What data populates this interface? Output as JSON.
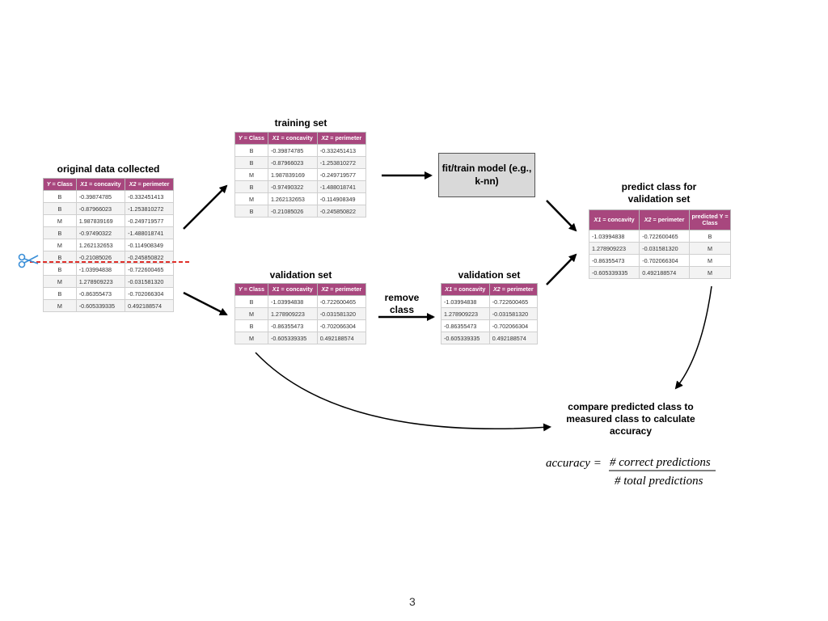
{
  "titles": {
    "original": "original data collected",
    "training": "training set",
    "validation": "validation set",
    "validation2": "validation set",
    "predict": "predict class for validation set",
    "compare": "compare predicted class to measured class to calculate accuracy",
    "remove": "remove class"
  },
  "model_box": "fit/train model (e.g., k-nn)",
  "headers": {
    "y": "Y = Class",
    "x1": "X1 = concavity",
    "x2": "X2 = perimeter",
    "pred": "predicted Y = Class"
  },
  "original_rows": [
    [
      "B",
      "-0.39874785",
      "-0.332451413"
    ],
    [
      "B",
      "-0.87966023",
      "-1.253810272"
    ],
    [
      "M",
      "1.987839169",
      "-0.249719577"
    ],
    [
      "B",
      "-0.97490322",
      "-1.488018741"
    ],
    [
      "M",
      "1.262132653",
      "-0.114908349"
    ],
    [
      "B",
      "-0.21085026",
      "-0.245850822"
    ],
    [
      "B",
      "-1.03994838",
      "-0.722600465"
    ],
    [
      "M",
      "1.278909223",
      "-0.031581320"
    ],
    [
      "B",
      "-0.86355473",
      "-0.702066304"
    ],
    [
      "M",
      "-0.605339335",
      "0.492188574"
    ]
  ],
  "training_rows": [
    [
      "B",
      "-0.39874785",
      "-0.332451413"
    ],
    [
      "B",
      "-0.87966023",
      "-1.253810272"
    ],
    [
      "M",
      "1.987839169",
      "-0.249719577"
    ],
    [
      "B",
      "-0.97490322",
      "-1.488018741"
    ],
    [
      "M",
      "1.262132653",
      "-0.114908349"
    ],
    [
      "B",
      "-0.21085026",
      "-0.245850822"
    ]
  ],
  "validation_rows": [
    [
      "B",
      "-1.03994838",
      "-0.722600465"
    ],
    [
      "M",
      "1.278909223",
      "-0.031581320"
    ],
    [
      "B",
      "-0.86355473",
      "-0.702066304"
    ],
    [
      "M",
      "-0.605339335",
      "0.492188574"
    ]
  ],
  "validation_noclass_rows": [
    [
      "-1.03994838",
      "-0.722600465"
    ],
    [
      "1.278909223",
      "-0.031581320"
    ],
    [
      "-0.86355473",
      "-0.702066304"
    ],
    [
      "-0.605339335",
      "0.492188574"
    ]
  ],
  "predicted_rows": [
    [
      "-1.03994838",
      "-0.722600465",
      "B"
    ],
    [
      "1.278909223",
      "-0.031581320",
      "M"
    ],
    [
      "-0.86355473",
      "-0.702066304",
      "M"
    ],
    [
      "-0.605339335",
      "0.492188574",
      "M"
    ]
  ],
  "formula": {
    "lhs": "accuracy =",
    "numerator": "# correct predictions",
    "denominator": "# total predictions"
  },
  "page_number": "3",
  "colors": {
    "header": "#a8477e",
    "cut_line": "#e0302a",
    "scissors": "#3a8fd8"
  }
}
